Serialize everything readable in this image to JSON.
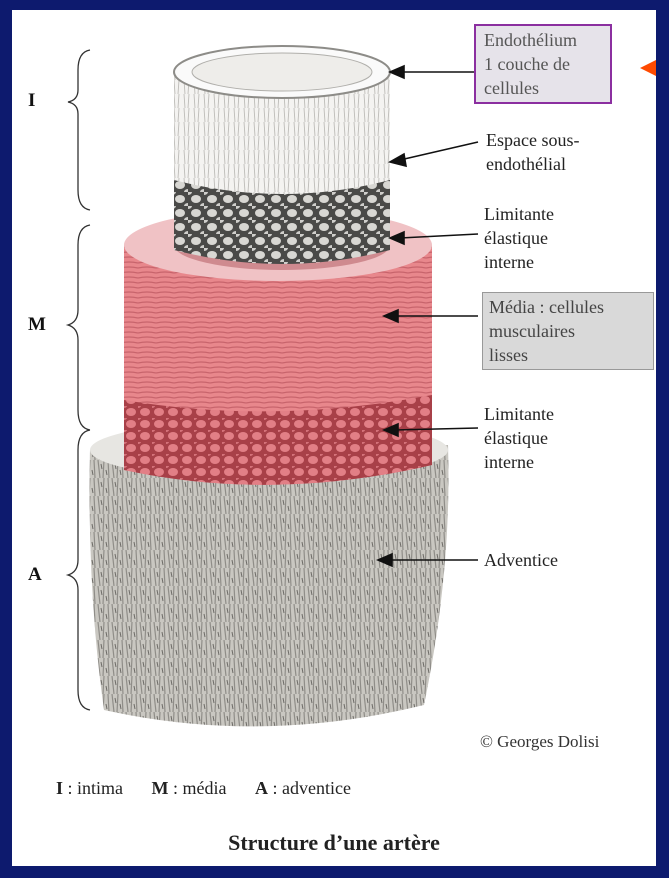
{
  "labels": {
    "endothelium": "Endothélium\n1 couche de\ncellules",
    "subendothelial": "Espace sous-\nendothélial",
    "iel_top": "Limitante\nélastique\ninterne",
    "media": "Média : cellules\nmusculaires\nlisses",
    "iel_bottom": "Limitante\nélastique\ninterne",
    "adventitia": "Adventice"
  },
  "layers": {
    "intima": "I",
    "media": "M",
    "adventitia": "A"
  },
  "copyright": "© Georges Dolisi",
  "legend": {
    "i_key": "I",
    "i_text": ": intima",
    "m_key": "M",
    "m_text": ": média",
    "a_key": "A",
    "a_text": ": adventice"
  },
  "caption": "Structure d’une artère",
  "colors": {
    "background": "#0d1a6e",
    "panel": "#ffffff",
    "media_pink": "#e8878c",
    "media_dark": "#a23a42",
    "adventitia_grey": "#c7c5bf",
    "intima_dark": "#5a5a58",
    "pointer_orange": "#ff4a00"
  }
}
